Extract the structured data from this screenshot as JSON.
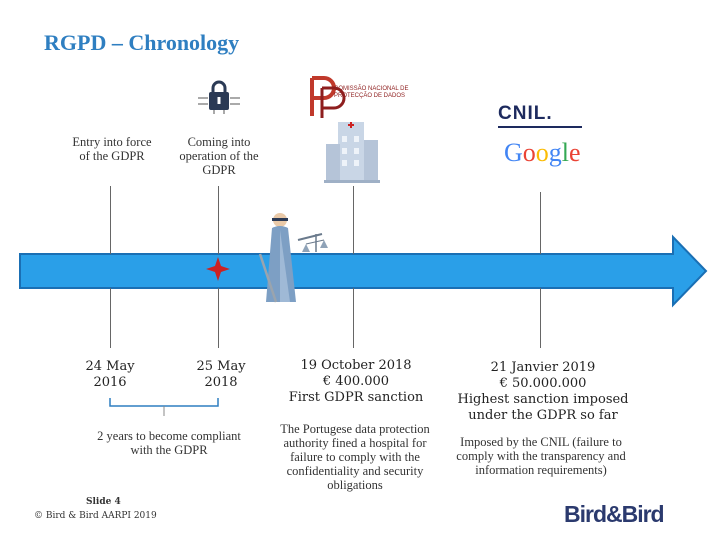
{
  "title": "RGPD – Chronology",
  "events": [
    {
      "label": "Entry into force of the GDPR",
      "date": "24 May 2016"
    },
    {
      "label": "Coming into operation of the GDPR",
      "date": "25 May 2018"
    },
    {
      "date": "19 October 2018",
      "amount": "€ 400.000",
      "headline": "First GDPR sanction",
      "description": "The Portugese data protection authority fined a hospital for failure to comply with the confidentiality and security obligations"
    },
    {
      "date": "21 Janvier 2019",
      "amount": "€ 50.000.000",
      "headline": "Highest sanction imposed under the GDPR so far",
      "description": "Imposed by the CNIL (failure to comply with the transparency and information requirements)"
    }
  ],
  "bracket_label": "2 years to become compliant with the GDPR",
  "logos": {
    "cnpd": "COMISSÃO NACIONAL DE PROTECÇÃO DE DADOS",
    "cnil": "CNIL.",
    "google": "Google"
  },
  "footer": {
    "slide": "Slide 4",
    "copyright": "© Bird & Bird AARPI 2019",
    "brand": "Bird&Bird"
  },
  "colors": {
    "title": "#2f7fc1",
    "arrow": "#2a9fe8",
    "arrow_border": "#1a6fb4",
    "marker": "#cc2222",
    "google_blue": "#4285f4",
    "google_red": "#ea4335",
    "google_yellow": "#fbbc05",
    "google_green": "#34a853"
  }
}
